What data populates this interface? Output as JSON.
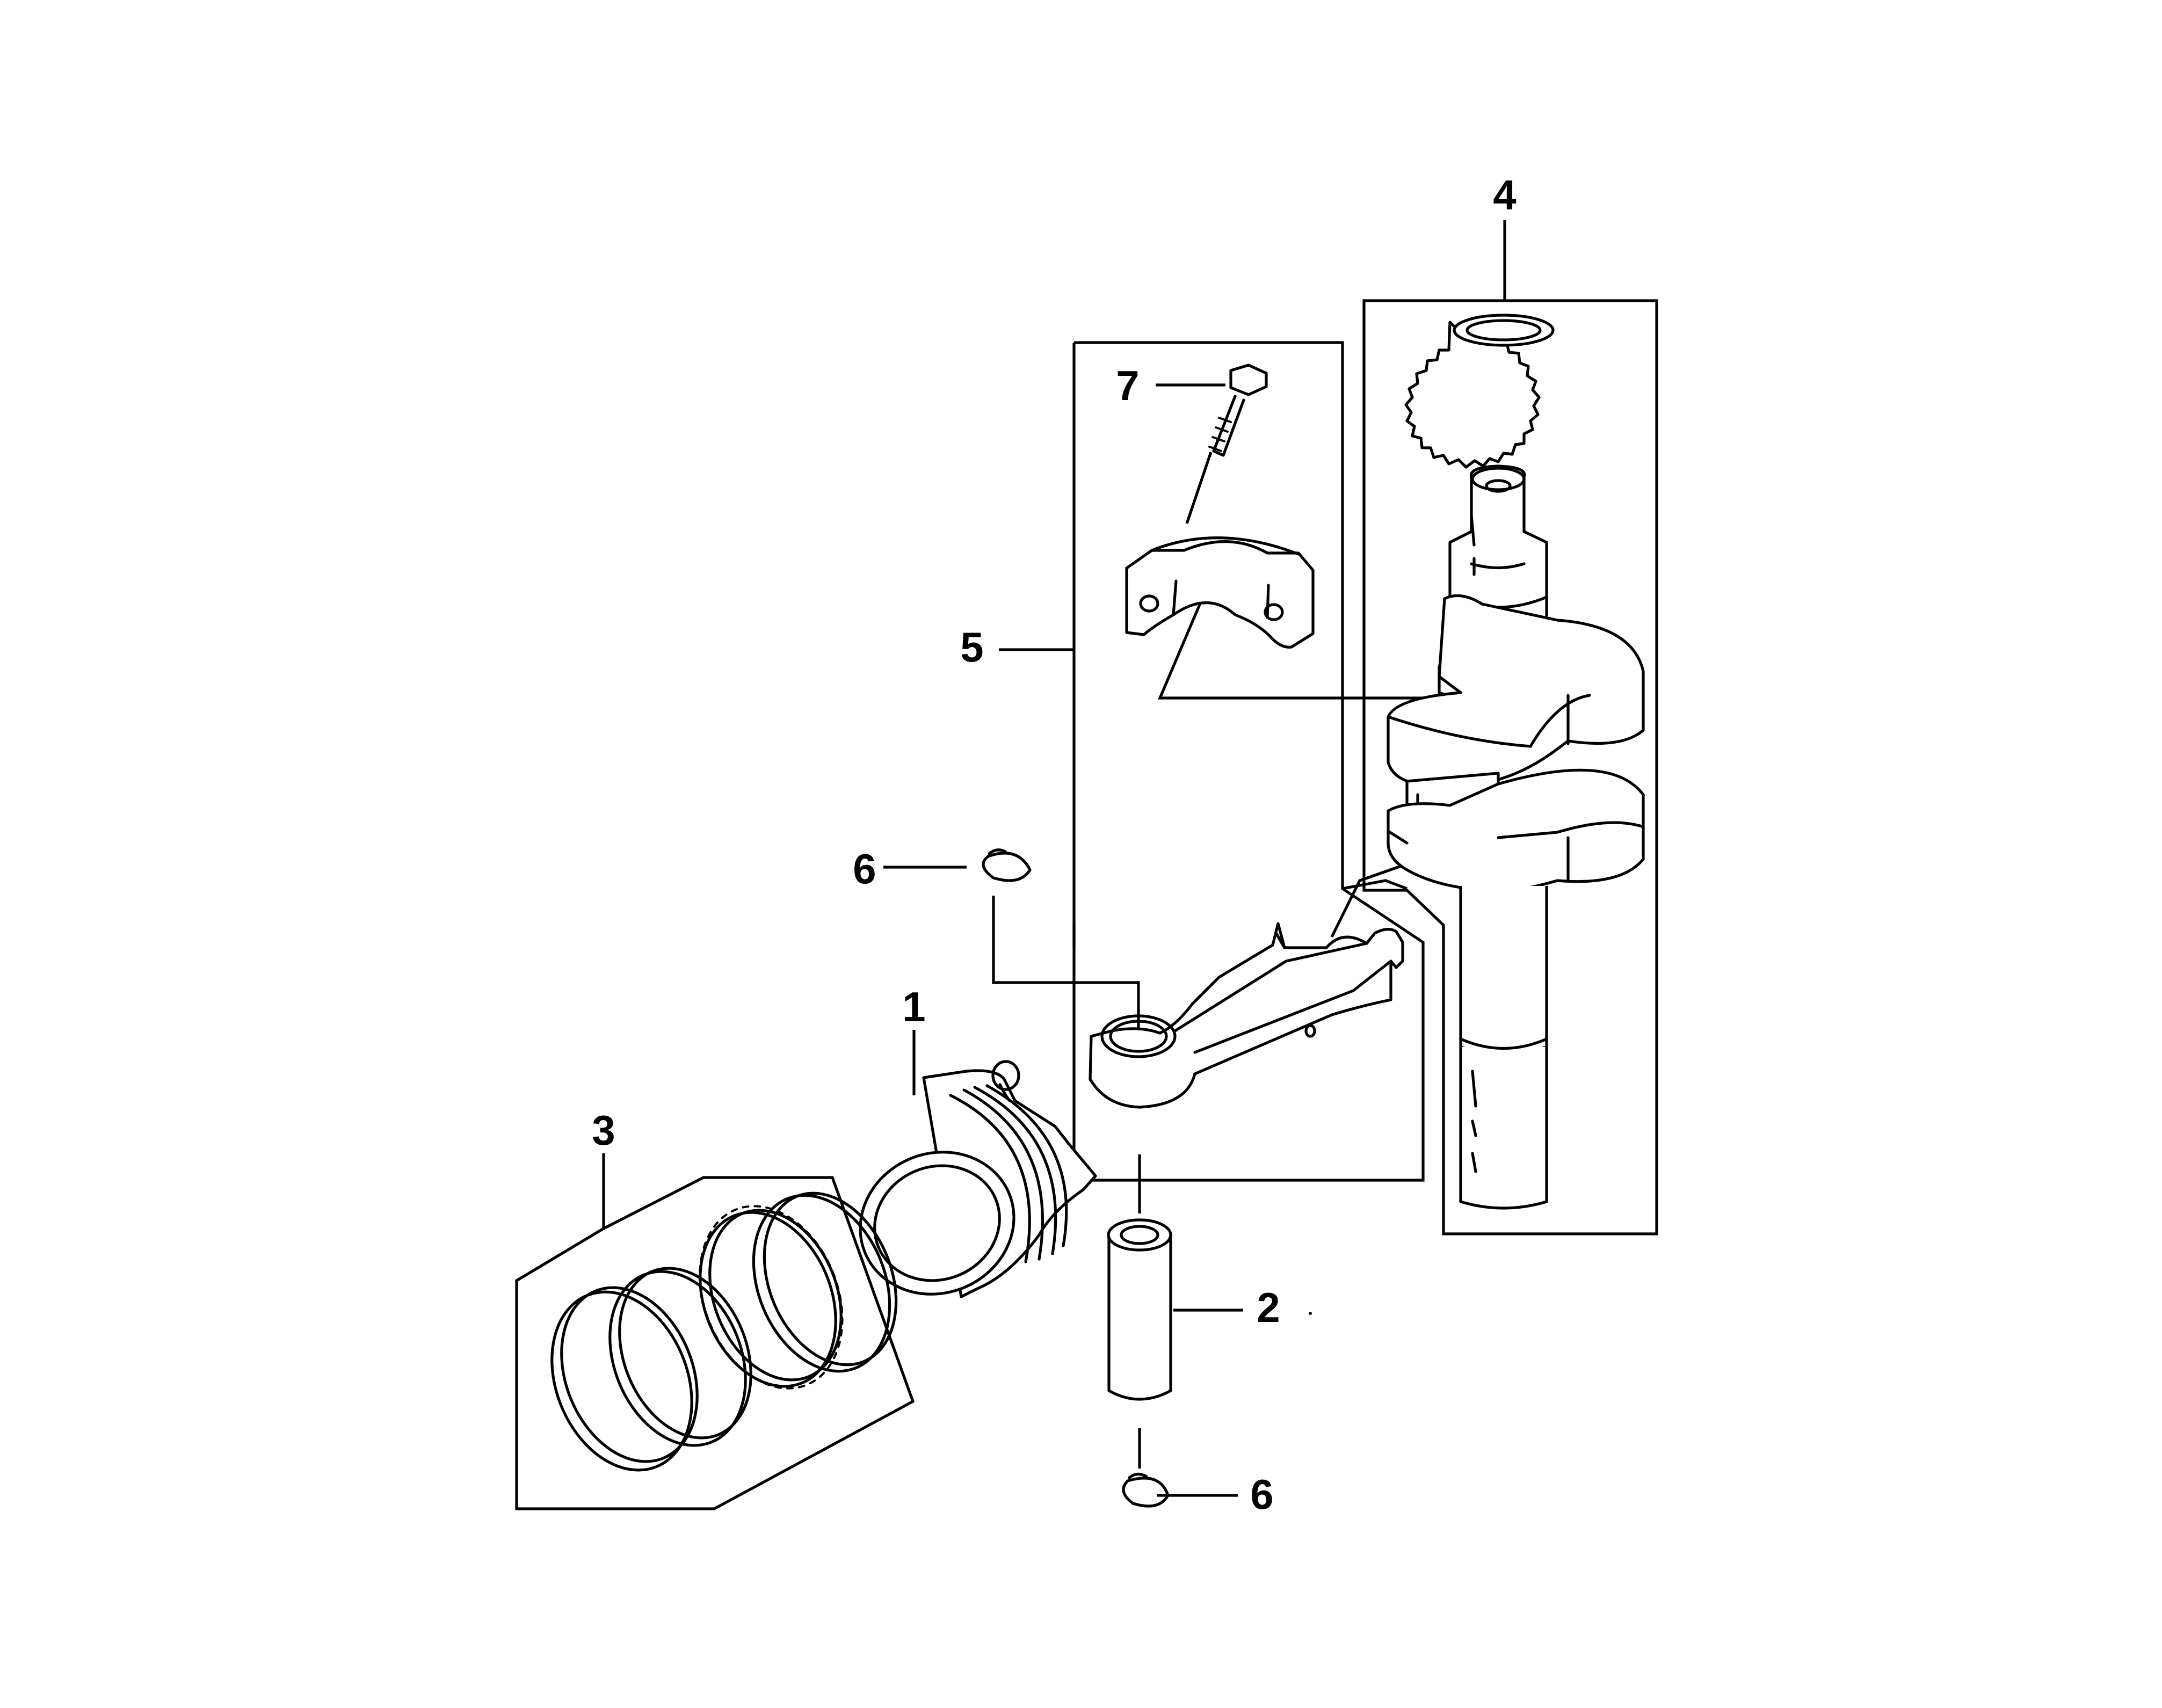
{
  "diagram": {
    "callouts": {
      "piston": "1",
      "piston_pin": "2",
      "piston_rings": "3",
      "crankshaft": "4",
      "connecting_rod": "5",
      "pin_clip_upper": "6",
      "pin_clip_lower": "6",
      "rod_bolt": "7"
    }
  }
}
